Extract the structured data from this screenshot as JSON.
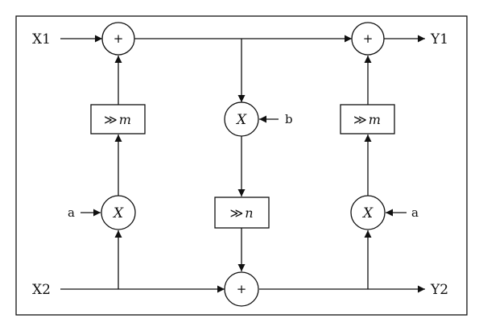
{
  "inputs": {
    "x1": "X1",
    "x2": "X2"
  },
  "outputs": {
    "y1": "Y1",
    "y2": "Y2"
  },
  "coefficients": {
    "left": "a",
    "middle": "b",
    "right": "a"
  },
  "adders": {
    "symbol": "+"
  },
  "multipliers": {
    "symbol": "X"
  },
  "shifts": {
    "left": {
      "op": "≫",
      "var": "m"
    },
    "middle": {
      "op": "≫",
      "var": "n"
    },
    "right": {
      "op": "≫",
      "var": "m"
    }
  }
}
